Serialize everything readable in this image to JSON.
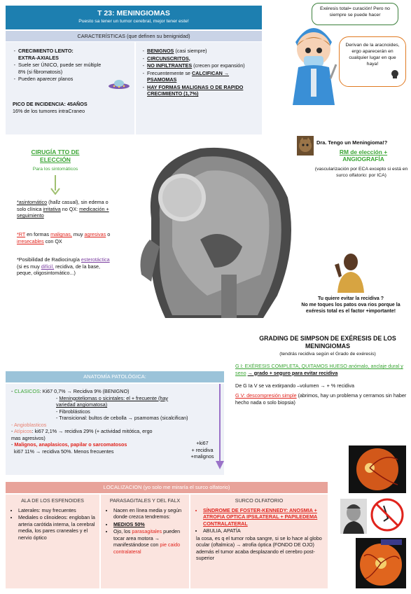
{
  "header": {
    "title": "T 23: MENINGIOMAS",
    "subtitle": "Puesto sa tener un tumor cerebral, mejor tener este!"
  },
  "caracteristicas": {
    "heading": "CARACTERÍSTICAS (que definen su benignidad)",
    "left": {
      "item1": "CRECIMIENTO LENTO:",
      "item1b": "EXTRA-AXIALES",
      "item2": "Suele ser ÚNICO, puede ser múltiple 8% (si fibromatosis)",
      "item3": "Pueden aparecer planos",
      "incidence_label": "PICO DE INCIDENCIA: 45AÑOS",
      "incidence_text": "16% de los tumores intraCraneo"
    },
    "right": {
      "item1": "BENIGNOS",
      "item1_extra": "(casi siempre)",
      "item2": "CIRCUNSCRITOS,",
      "item3a": "NO INFILTRANTES",
      "item3b": "(crecen por expansión)",
      "item4a": "Frecuentemente se",
      "item4b": "CALCIFICAN →",
      "item4c": "PSAMOMAS",
      "item5": "HAY FORMAS MALIGNAS O DE RAPIDO CRECIMIENTO (1,7%)"
    }
  },
  "nurse": {
    "bubble1": "Exéresis total= curación! Pero no siempre se puede hacer",
    "bubble2": "Derivan de la aracnoides, ergo aparecerán en cualquier lugar en que haya!"
  },
  "cirugia": {
    "title": "CIRUGÍA TTO DE ELECCIÓN",
    "subtitle": "Para los sintomáticos",
    "p1a": "*asintomático",
    "p1b": "(hallz casual), sin edema o solo clínica",
    "p1c": "irritativa",
    "p1d": "no QX:",
    "p1e": "medicación + seguimiento",
    "p2a": "*RT",
    "p2b": "en formas",
    "p2c": "malignas,",
    "p2d": "muy",
    "p2e": "agresivas",
    "p2f": "o",
    "p2g": "irresecables",
    "p2h": "con QX",
    "p3a": "*Posibilidad de Radiocirugía",
    "p3b": "esterotáctica",
    "p3c": "(si es muy",
    "p3d": "difícil,",
    "p3e": "recidiva, de la base, peque, oligosintomático...)"
  },
  "diagnostico": {
    "question": "Dra. Tengo un Meningioma!?",
    "rm": "RM de elección +",
    "angio": "ANGIOGRAFÍA",
    "note": "(vascularización por ECA excepto si está en surco olfatorio: por ICA)"
  },
  "recidiva": {
    "question": "Tu quiere evitar la recidiva ?",
    "answer": "No me toques los patos ova rios porque la exéresis total es el factor +importante!"
  },
  "simpson": {
    "title": "GRADING DE SIMPSON DE EXÉRESIS DE LOS MENINGIOMAS",
    "subtitle": "(tendrás recidiva según el Grado de exéresis)",
    "g1a": "G I: EXÉRESIS COMPLETA, QUITAMOS HUESO anómalo, anclaje dural y seno",
    "g1b": "→ grado + seguro para evitar recidiva",
    "mid": "De G Ia V se va extirpando –volumen → + % recidiva",
    "g5a": "G V: descompresión simple",
    "g5b": "(abrimos, hay un problema y cerramos sin haber hecho nada o solo biopsia)"
  },
  "anatomia": {
    "heading": "ANATOMÍA PATOLÓGICA:",
    "clasicos": "CLASICOS",
    "clasicos_text": ": Ki67 0,7% → Recidiva 9% (BENIGNO)",
    "sub1": "Meningoteliomas o sicintales: el + frecuente (hay variedad angiomatosa)",
    "sub2": "Fibroblásticos",
    "sub3": "Transicional: bultos de cebolla → psamomas (sicalcifican)",
    "angio": "Angioblasticos",
    "atipicos": "Atípicos",
    "atipicos_text": ": ki67 2,1% → recidiva 29% (+ actividad mitótica, ergo mas agresivos)",
    "malignos": "Malignos, anaplasicos, papilar o sarcomatosos",
    "malignos_text": "ki67 11% → recidiva 50%. Menos frecuentes",
    "side1": "+ki67",
    "side2": "+ recidiva",
    "side3": "+malignos"
  },
  "localizacion": {
    "heading": "LOCALIZACION (yo solo me miraría el surco olfatorio)",
    "col1": {
      "title": "ALA DE LOS ESFENOIDES",
      "i1": "Laterales: muy frecuentes",
      "i2": "Mediales o clinoideos: engloban la arteria carótida interna, la cerebral media, los pares craneales y el nervio óptico"
    },
    "col2": {
      "title": "PARASAGITALES Y DEL FALX",
      "i1": "Nacen en línea media y según donde crezca tendremos:",
      "i2": "MEDIOS 50%",
      "i3a": "Ojo, los",
      "i3b": "parasagitales",
      "i3c": "pueden tocar area motora → manifestándose con",
      "i3d": "pie caido contralateral"
    },
    "col3": {
      "title": "SURCO OLFATORIO",
      "i1": "SÍNDROME DE FOSTER-KENNEDY: ANOSMIA + ATROFIA OPTICA IPSILATERAL + PAPILEDEMA CONTRALATERAL",
      "i2": "ABULIA, APATÍA",
      "i3": "la cosa, es q el tumor roba sangre, si se lo hace al globo ocular (oftalmica) → atrofia óptica (FONDO DE OJO) además el tumor acaba desplazando el cerebro post-superior"
    }
  },
  "colors": {
    "header_blue": "#1d7fb0",
    "green": "#3aa534",
    "red": "#e0231c",
    "purple": "#7b3fa0",
    "pink_bg": "#fbe4df"
  }
}
